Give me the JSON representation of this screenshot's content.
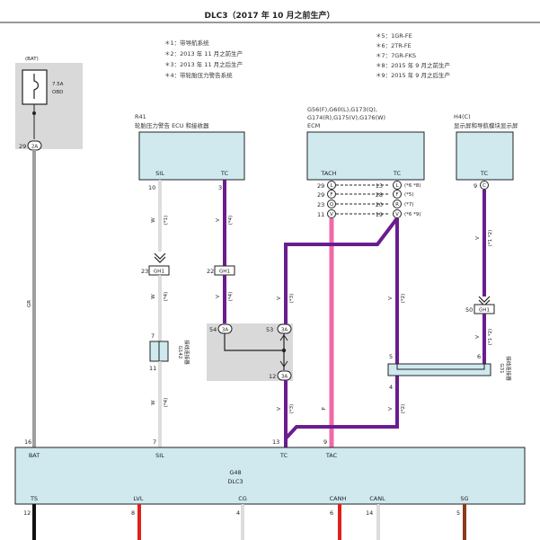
{
  "title": "DLC3（2017 年 10 月之前生产）",
  "notes_left": [
    "＊1：带导航系统",
    "＊2：2013 年 11 月之前生产",
    "＊3：2013 年 11 月之后生产",
    "＊4：带轮胎压力警告系统"
  ],
  "notes_right": [
    "＊5：1GR-FE",
    "＊6：2TR-FE",
    "＊7：7GR-FKS",
    "＊8：2015 年 9 月之前生产",
    "＊9：2015 年 9 月之后生产"
  ],
  "fuse": {
    "name": "(BAT)",
    "rating": "7.5A",
    "label": "OBD",
    "pin": "29",
    "connector": "2A"
  },
  "r41": {
    "code": "R41",
    "name": "轮胎压力警告 ECU 和接收器",
    "sil": "SIL",
    "tc": "TC",
    "pin_sil": "10",
    "pin_tc": "3"
  },
  "ecm": {
    "codes": "G56(F),G60(L),G173(Q),",
    "codes2": "G174(R),G175(V),G176(W)",
    "name": "ECM",
    "tach": "TACH",
    "tc": "TC",
    "left_pins": [
      {
        "pin": "29",
        "letter": "L"
      },
      {
        "pin": "29",
        "letter": "F"
      },
      {
        "pin": "23",
        "letter": "Q"
      },
      {
        "pin": "11",
        "letter": "V"
      }
    ],
    "right_pins": [
      {
        "pin": "13",
        "letter": "L",
        "note": "(*6 *8)"
      },
      {
        "pin": "28",
        "letter": "F",
        "note": "(*5)"
      },
      {
        "pin": "20",
        "letter": "R",
        "note": "(*7)"
      },
      {
        "pin": "19",
        "letter": "V",
        "note": "(*6 *9)"
      }
    ]
  },
  "h4": {
    "code": "H4(C)",
    "name": "显示屏和导航模块显示屏",
    "tc": "TC",
    "pin": "9",
    "letter": "C"
  },
  "wires": {
    "gr": "GR",
    "w": "W",
    "v": "V",
    "p": "P",
    "n1": "(*1)",
    "n2": "(*2)",
    "n4": "(*4)",
    "n3": "(*3)",
    "n12": "(*1 *2)"
  },
  "gh1_left": {
    "pin": "23",
    "name": "GH1"
  },
  "gh1_mid": {
    "pin": "22",
    "name": "GH1"
  },
  "gh1_right": {
    "pin": "50",
    "name": "GH1"
  },
  "g142": {
    "code": "G142",
    "name": "接线连接器",
    "pin_top": "7",
    "pin_bot": "11"
  },
  "g3a": {
    "p1": "54",
    "p2": "53",
    "p3": "12",
    "name": "3A"
  },
  "g31": {
    "code": "G31",
    "name": "接线连接器",
    "pin_a": "5",
    "pin_b": "6",
    "pin_c": "4"
  },
  "dlc3": {
    "code": "G48",
    "name": "DLC3",
    "top_pins": [
      {
        "pin": "16",
        "label": "BAT"
      },
      {
        "pin": "7",
        "label": "SIL"
      },
      {
        "pin": "13",
        "label": "TC"
      },
      {
        "pin": "9",
        "label": "TAC"
      }
    ],
    "bottom_pins": [
      {
        "pin": "12",
        "label": "TS"
      },
      {
        "pin": "8",
        "label": "LVL"
      },
      {
        "pin": "4",
        "label": "CG"
      },
      {
        "pin": "6",
        "label": "CANH"
      },
      {
        "pin": "14",
        "label": "CANL"
      },
      {
        "pin": "5",
        "label": "SG"
      }
    ]
  },
  "colors": {
    "purple": "#6a1d8f",
    "pink": "#f06aa8",
    "gray": "#9e9e9e",
    "box": "#cfe9ef",
    "shade": "#d9d9d9",
    "red": "#e0201a",
    "brown": "#8b3a1a"
  }
}
